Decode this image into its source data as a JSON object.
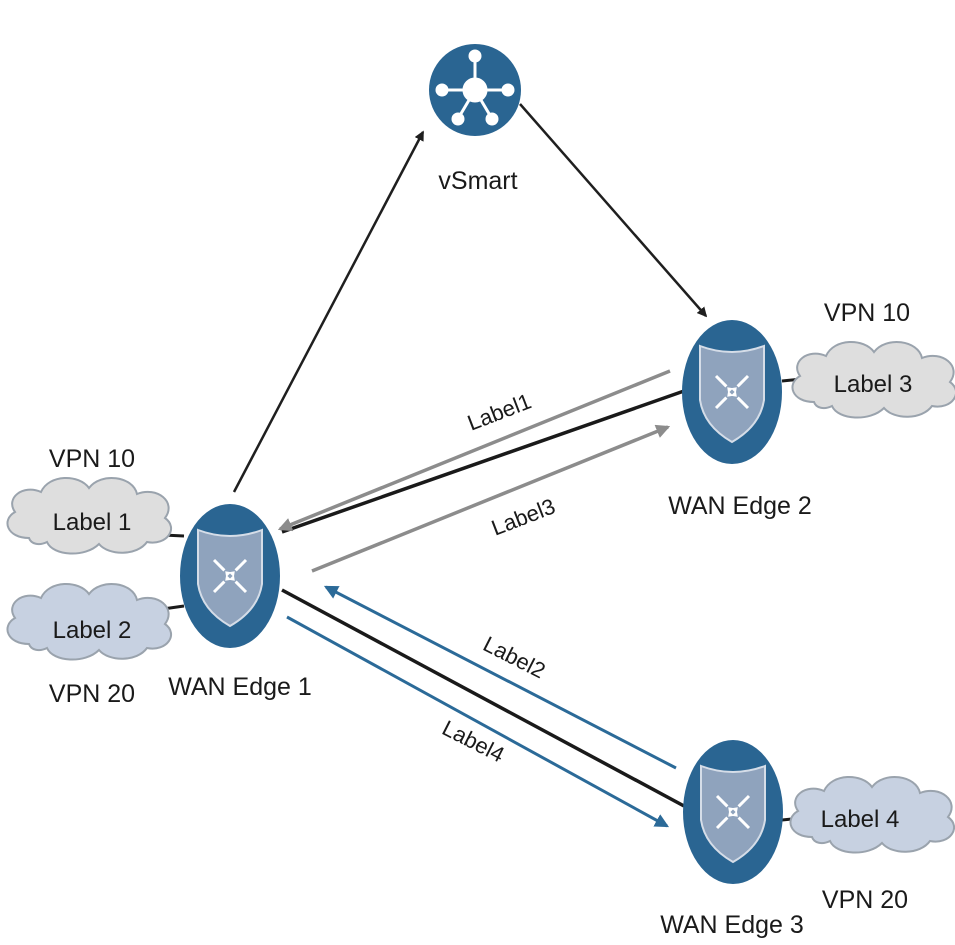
{
  "colors": {
    "node_fill": "#2a6592",
    "node_ring": "#3a78a6",
    "shield_fill": "#8fa3bd",
    "shield_stroke": "#d5dde8",
    "control_arrow": "#1f1f1f",
    "overlay_main": "#1a1a1a",
    "overlay_gray": "#8c8c8c",
    "overlay_blue": "#2b6a98",
    "cloud_gray": "#dedede",
    "cloud_blue": "#c7d1e1",
    "cloud_stroke": "#9aa3ad"
  },
  "nodes": {
    "vsmart": {
      "label": "vSmart",
      "icon": "hub-icon"
    },
    "edge1": {
      "label": "WAN Edge 1",
      "icon": "router-shield-icon"
    },
    "edge2": {
      "label": "WAN Edge 2",
      "icon": "router-shield-icon"
    },
    "edge3": {
      "label": "WAN Edge 3",
      "icon": "router-shield-icon"
    }
  },
  "clouds": {
    "c1": {
      "text": "Label 1",
      "vpn": "VPN 10"
    },
    "c2": {
      "text": "Label 2",
      "vpn": "VPN 20"
    },
    "c3": {
      "text": "Label 3",
      "vpn": "VPN 10"
    },
    "c4": {
      "text": "Label 4",
      "vpn": "VPN 20"
    }
  },
  "links": {
    "label1": "Label1",
    "label3": "Label3",
    "label2": "Label2",
    "label4": "Label4"
  }
}
